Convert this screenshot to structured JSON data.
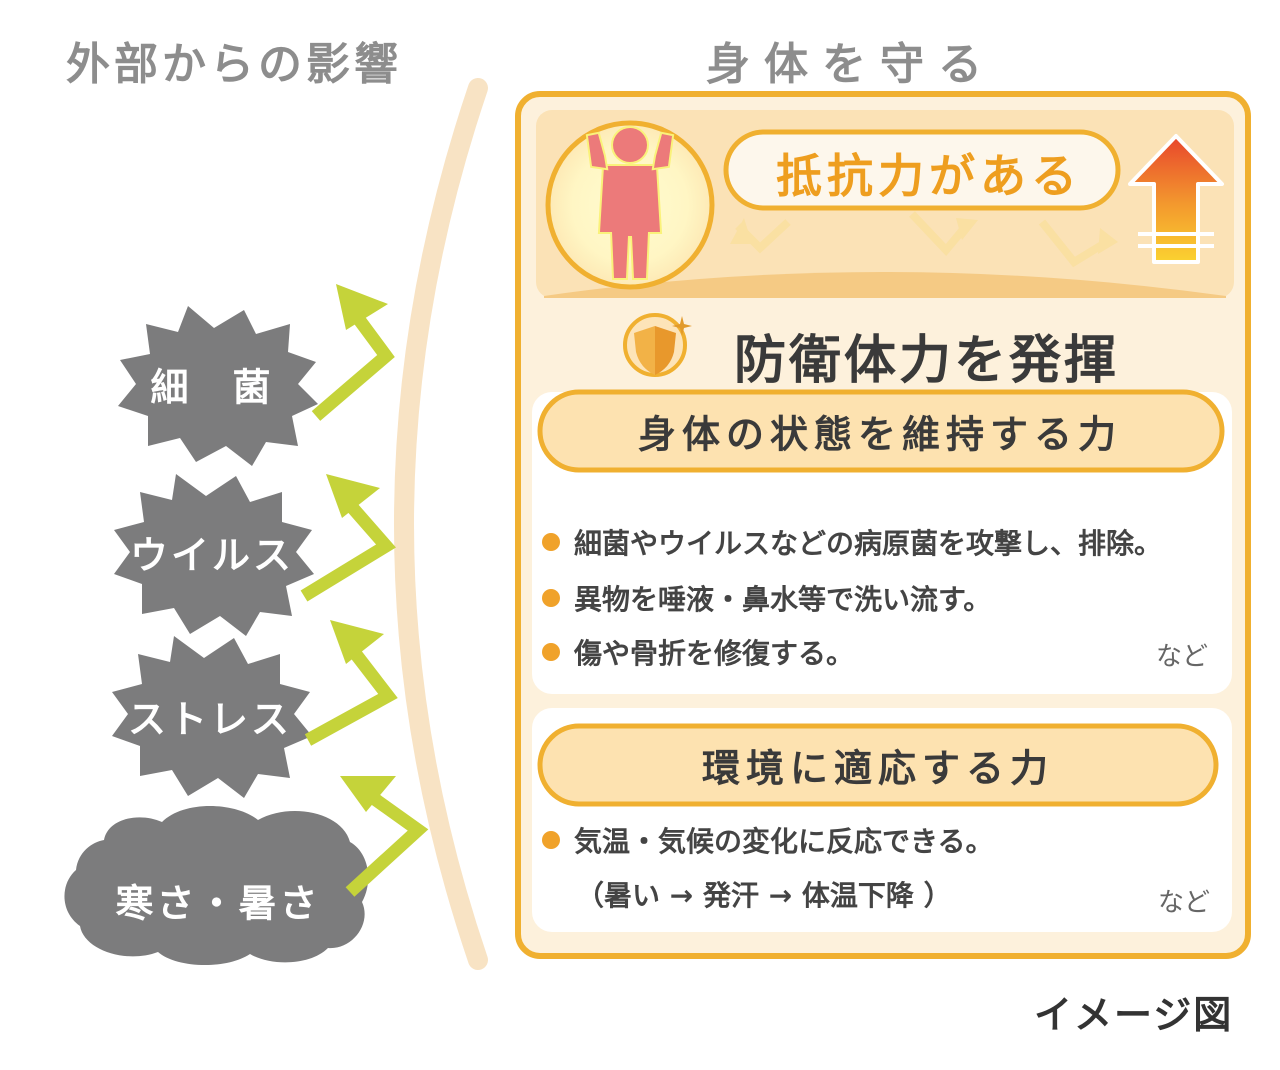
{
  "headings": {
    "left": "外部からの影響",
    "right": "身体を守る"
  },
  "threats": [
    {
      "label": "細　菌"
    },
    {
      "label": "ウイルス"
    },
    {
      "label": "ストレス"
    },
    {
      "label": "寒さ・暑さ"
    }
  ],
  "resistance": {
    "label": "抵抗力がある"
  },
  "panel": {
    "title": "防衛体力を発揮",
    "section1": {
      "title": "身体の状態を維持する力",
      "items": [
        "細菌やウイルスなどの病原菌を攻撃し、排除。",
        "異物を唾液・鼻水等で洗い流す。",
        "傷や骨折を修復する。"
      ],
      "etc": "など"
    },
    "section2": {
      "title": "環境に適応する力",
      "items": [
        "気温・気候の変化に反応できる。"
      ],
      "note": "（暑い → 発汗 → 体温下降 ）",
      "etc": "など"
    }
  },
  "caption": "イメージ図",
  "colors": {
    "frame": "#f0b030",
    "panel_bg": "#fdf1dc",
    "threat": "#7c7c7d",
    "arrow": "#c5d33a",
    "barrier": "#f8e3c4",
    "bullet": "#f0a22a",
    "person": "#ec7a7a",
    "up_arrow_top": "#e8452c",
    "up_arrow_bottom": "#fbd230"
  }
}
